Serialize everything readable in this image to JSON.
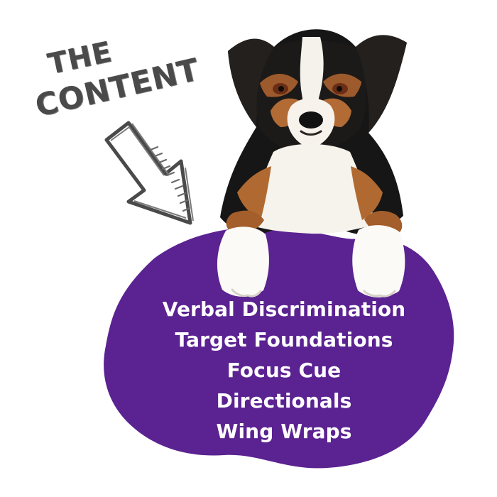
{
  "graphic": {
    "heading": {
      "line1": "THE",
      "line2": "CONTENT"
    },
    "icons": {
      "arrow": "hand-drawn-arrow-icon",
      "dog": "dog-icon",
      "backdrop": "purple-blob-backdrop"
    },
    "content_items": [
      "Verbal Discrimination",
      "Target Foundations",
      "Focus Cue",
      "Directionals",
      "Wing Wraps"
    ],
    "colors": {
      "purple": "#5b2291",
      "heading_gray": "#4a4a4a",
      "text": "#ffffff"
    }
  }
}
